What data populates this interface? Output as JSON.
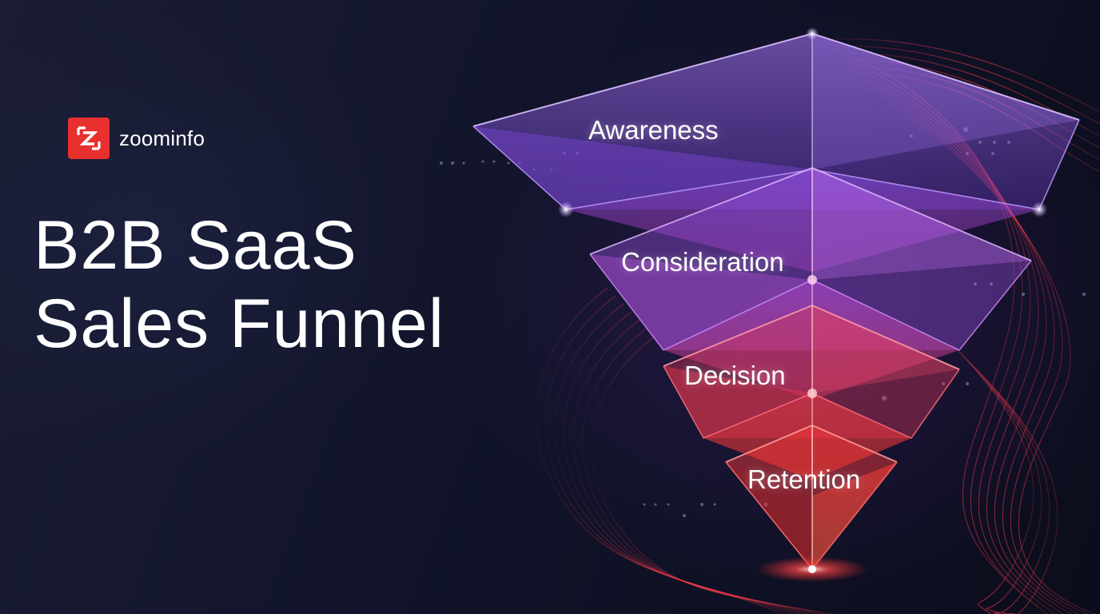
{
  "brand": {
    "name": "zoominfo",
    "logo_letter": "Z",
    "logo_color": "#e8302f"
  },
  "headline": {
    "line1": "B2B SaaS",
    "line2": "Sales Funnel"
  },
  "funnel": {
    "stages": [
      {
        "label": "Awareness",
        "color": "#9b59f0"
      },
      {
        "label": "Consideration",
        "color": "#b14fd8"
      },
      {
        "label": "Decision",
        "color": "#e8384a"
      },
      {
        "label": "Retention",
        "color": "#f0303a"
      }
    ]
  },
  "colors": {
    "background": "#0c0f1d",
    "accent_purple": "#9b59f0",
    "accent_red": "#ff3b3b"
  }
}
